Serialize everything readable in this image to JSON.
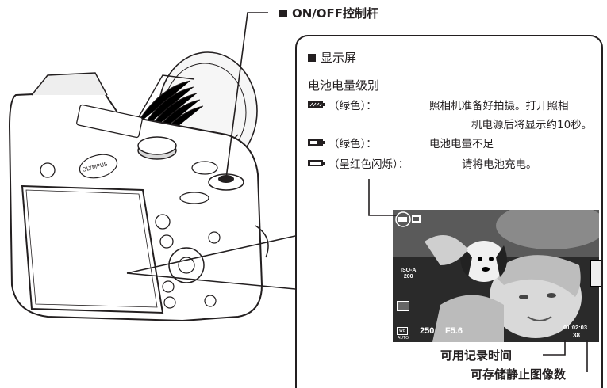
{
  "top_callout": {
    "label": "ON/OFF控制杆"
  },
  "display": {
    "section_title": "显示屏",
    "battery_title": "电池电量级别",
    "rows": [
      {
        "status": "（绿色）：",
        "desc": "照相机准备好拍摄。打开照相",
        "desc2": "机电源后将显示约10秒。"
      },
      {
        "status": "（绿色）：",
        "desc": "电池电量不足"
      },
      {
        "status": "（呈红色闪烁）：",
        "desc": "请将电池充电。"
      }
    ]
  },
  "screen_osd": {
    "shutter": "250",
    "aperture": "F5.6",
    "iso_label": "ISO-A",
    "iso_value": "200",
    "time": "01:02:03",
    "frames": "38",
    "wb": "WB AUTO"
  },
  "captions": {
    "recording_time": "可用记录时间",
    "storable_images": "可存储静止图像数"
  },
  "camera": {
    "brand": "OLYMPUS"
  },
  "colors": {
    "ink": "#231f20",
    "screen_bg": "#000000",
    "battery_fill": "#231f20"
  }
}
